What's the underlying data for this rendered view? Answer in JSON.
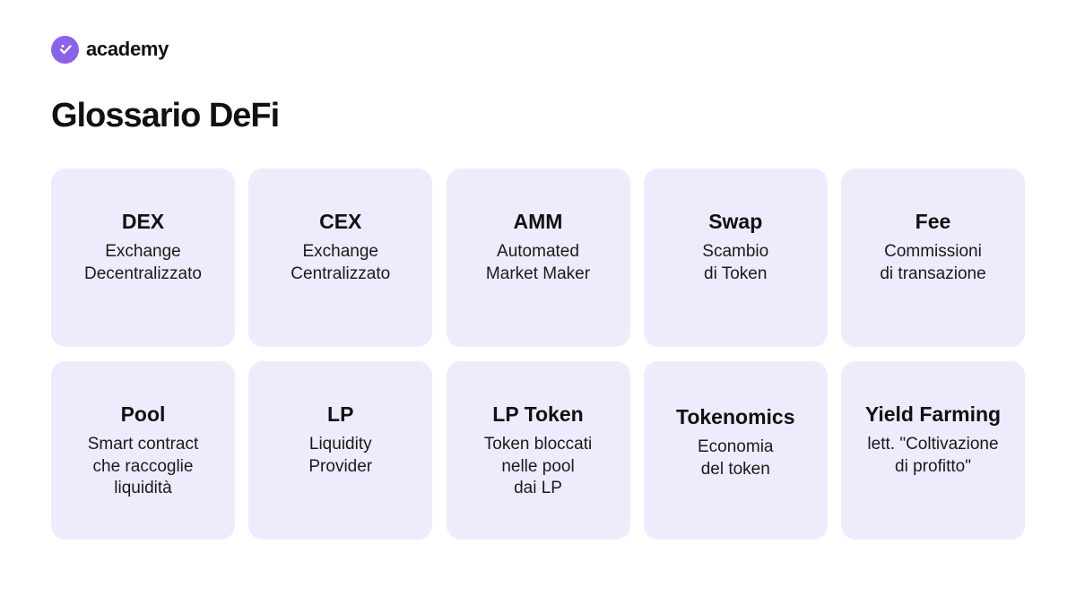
{
  "brand": {
    "name": "academy",
    "accent_color": "#8b63e8",
    "icon": "checkmark-icon"
  },
  "title": "Glossario DeFi",
  "card_color": "#efebfd",
  "cards": [
    {
      "term": "DEX",
      "definition": "Exchange\nDecentralizzato"
    },
    {
      "term": "CEX",
      "definition": "Exchange\nCentralizzato"
    },
    {
      "term": "AMM",
      "definition": "Automated\nMarket Maker"
    },
    {
      "term": "Swap",
      "definition": "Scambio\ndi Token"
    },
    {
      "term": "Fee",
      "definition": "Commissioni\ndi transazione"
    },
    {
      "term": "Pool",
      "definition": "Smart contract\nche raccoglie\nliquidità"
    },
    {
      "term": "LP",
      "definition": "Liquidity\nProvider"
    },
    {
      "term": "LP Token",
      "definition": "Token bloccati\nnelle pool\ndai LP"
    },
    {
      "term": "Tokenomics",
      "definition": "Economia\ndel token"
    },
    {
      "term": "Yield Farming",
      "definition": "lett. \"Coltivazione\ndi profitto\""
    }
  ]
}
